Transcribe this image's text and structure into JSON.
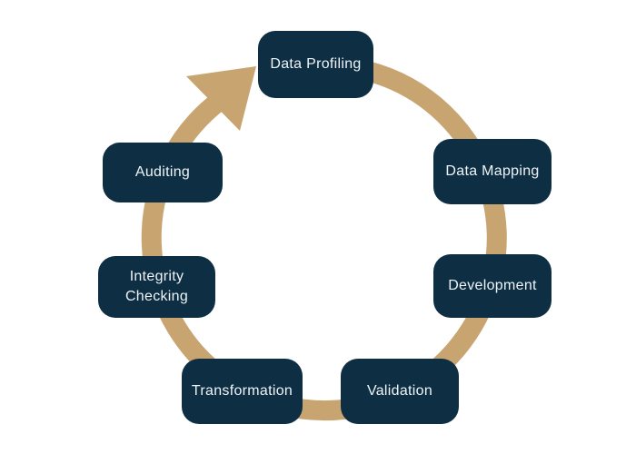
{
  "diagram": {
    "kind": "cycle",
    "direction": "clockwise",
    "nodes": [
      {
        "id": "data-profiling",
        "label": "Data Profiling"
      },
      {
        "id": "data-mapping",
        "label": "Data Mapping"
      },
      {
        "id": "development",
        "label": "Development"
      },
      {
        "id": "validation",
        "label": "Validation"
      },
      {
        "id": "transformation",
        "label": "Transformation"
      },
      {
        "id": "integrity-checking",
        "label": "Integrity Checking"
      },
      {
        "id": "auditing",
        "label": "Auditing"
      }
    ],
    "colors": {
      "node_bg": "#0e2e43",
      "node_text": "#eef4f7",
      "ring": "#c8a471",
      "background": "#ffffff"
    }
  }
}
